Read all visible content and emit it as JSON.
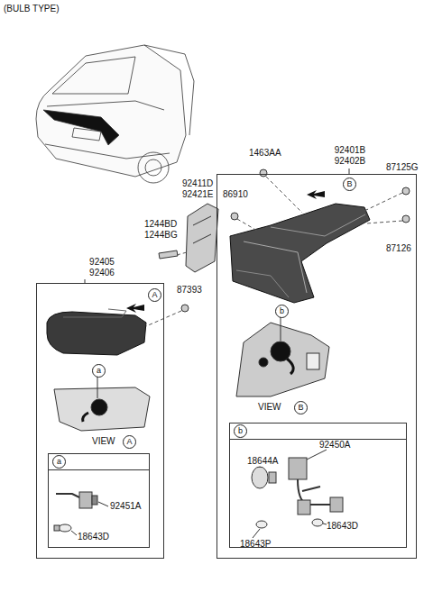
{
  "diagram": {
    "nodes": [
      {
        "text": [
          "92405 92406"
        ]
      },
      {
        "text": [
          "92401B 92402B"
        ]
      },
      {
        "text": [
          "a"
        ],
        "in": 0
      },
      {
        "text": [
          "b"
        ],
        "in": 1
      }
    ],
    "labels": [
      "(BULB TYPE)",
      "1463AA",
      "87125G",
      "87126",
      "92411D",
      "92421E",
      "86910",
      "1244BD",
      "1244BG",
      "87393",
      "A",
      "a",
      "VIEW",
      "A",
      "B",
      "b",
      "VIEW",
      "B",
      "92450A",
      "18644A",
      "18643P",
      "18643D",
      "92451A",
      "18643D"
    ]
  }
}
